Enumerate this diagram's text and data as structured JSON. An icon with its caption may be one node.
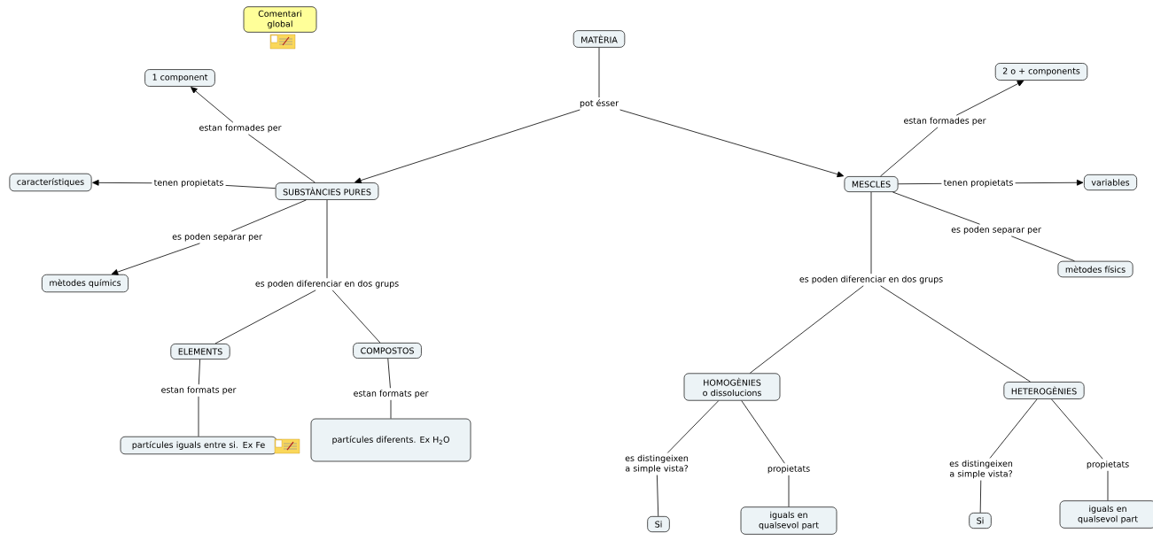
{
  "diagram": {
    "nodes": [
      {
        "text": [
          "Comentari global"
        ]
      },
      {
        "text": [
          "MATÈRIA"
        ]
      },
      {
        "text": [
          "pot ésser"
        ]
      },
      {
        "text": [
          "1 component"
        ]
      },
      {
        "text": [
          "estan formades per"
        ]
      },
      {
        "text": [
          "característiques"
        ]
      },
      {
        "text": [
          "tenen propietats"
        ]
      },
      {
        "text": [
          "SUBSTÀNCIES PURES"
        ]
      },
      {
        "text": [
          "es poden separar per"
        ]
      },
      {
        "text": [
          "mètodes químics"
        ]
      },
      {
        "text": [
          "es poden diferenciar en dos grups"
        ]
      },
      {
        "text": [
          "ELEMENTS"
        ]
      },
      {
        "text": [
          "COMPOSTOS"
        ]
      },
      {
        "text": [
          "estan formats per"
        ]
      },
      {
        "text": [
          "estan formats per"
        ]
      },
      {
        "text": [
          "partícules iguals entre si. Ex Fe"
        ]
      },
      {
        "text": [
          "partícules diferents. Ex H$_{2}$O"
        ]
      },
      {
        "text": [
          "2 o + components"
        ]
      },
      {
        "text": [
          "estan formades per"
        ]
      },
      {
        "text": [
          "MESCLES"
        ]
      },
      {
        "text": [
          "tenen propietats"
        ]
      },
      {
        "text": [
          "variables"
        ]
      },
      {
        "text": [
          "es poden separar per"
        ]
      },
      {
        "text": [
          "mètodes físics"
        ]
      },
      {
        "text": [
          "es poden diferenciar en dos grups"
        ]
      },
      {
        "text": [
          "HOMOGÈNIES o dissolucions"
        ]
      },
      {
        "text": [
          "HETEROGÈNIES"
        ]
      },
      {
        "text": [
          "es distingeixen a simple vista?"
        ]
      },
      {
        "text": [
          "propietats"
        ]
      },
      {
        "text": [
          "Si"
        ]
      },
      {
        "text": [
          "iguals en qualsevol part"
        ]
      },
      {
        "text": [
          "es distingeixen a simple vista?"
        ]
      },
      {
        "text": [
          "propietats"
        ]
      },
      {
        "text": [
          "Si"
        ]
      },
      {
        "text": [
          "iguals en qualsevol part"
        ]
      }
    ],
    "edges": [
      {
        "from": 1,
        "to": 2,
        "arrow": "none"
      },
      {
        "from": 2,
        "to": 7,
        "arrow": "to"
      },
      {
        "from": 2,
        "to": 19,
        "arrow": "to"
      },
      {
        "from": 7,
        "to": 4,
        "arrow": "none"
      },
      {
        "from": 4,
        "to": 3,
        "arrow": "to"
      },
      {
        "from": 7,
        "to": 6,
        "arrow": "none"
      },
      {
        "from": 6,
        "to": 5,
        "arrow": "to"
      },
      {
        "from": 7,
        "to": 8,
        "arrow": "none"
      },
      {
        "from": 8,
        "to": 9,
        "arrow": "to"
      },
      {
        "from": 7,
        "to": 10,
        "arrow": "none"
      },
      {
        "from": 10,
        "to": 11,
        "arrow": "none"
      },
      {
        "from": 10,
        "to": 12,
        "arrow": "none"
      },
      {
        "from": 11,
        "to": 13,
        "arrow": "none"
      },
      {
        "from": 13,
        "to": 15,
        "arrow": "none"
      },
      {
        "from": 12,
        "to": 14,
        "arrow": "none"
      },
      {
        "from": 14,
        "to": 16,
        "arrow": "none"
      },
      {
        "from": 19,
        "to": 18,
        "arrow": "none"
      },
      {
        "from": 18,
        "to": 17,
        "arrow": "to"
      },
      {
        "from": 19,
        "to": 20,
        "arrow": "none"
      },
      {
        "from": 20,
        "to": 21,
        "arrow": "to"
      },
      {
        "from": 19,
        "to": 22,
        "arrow": "none"
      },
      {
        "from": 22,
        "to": 23,
        "arrow": "none"
      },
      {
        "from": 19,
        "to": 24,
        "arrow": "none"
      },
      {
        "from": 24,
        "to": 25,
        "arrow": "none"
      },
      {
        "from": 24,
        "to": 26,
        "arrow": "none"
      },
      {
        "from": 25,
        "to": 27,
        "arrow": "none"
      },
      {
        "from": 27,
        "to": 29,
        "arrow": "none"
      },
      {
        "from": 25,
        "to": 28,
        "arrow": "none"
      },
      {
        "from": 28,
        "to": 30,
        "arrow": "none"
      },
      {
        "from": 26,
        "to": 31,
        "arrow": "none"
      },
      {
        "from": 31,
        "to": 33,
        "arrow": "none"
      },
      {
        "from": 26,
        "to": 32,
        "arrow": "none"
      },
      {
        "from": 32,
        "to": 34,
        "arrow": "none"
      }
    ]
  }
}
